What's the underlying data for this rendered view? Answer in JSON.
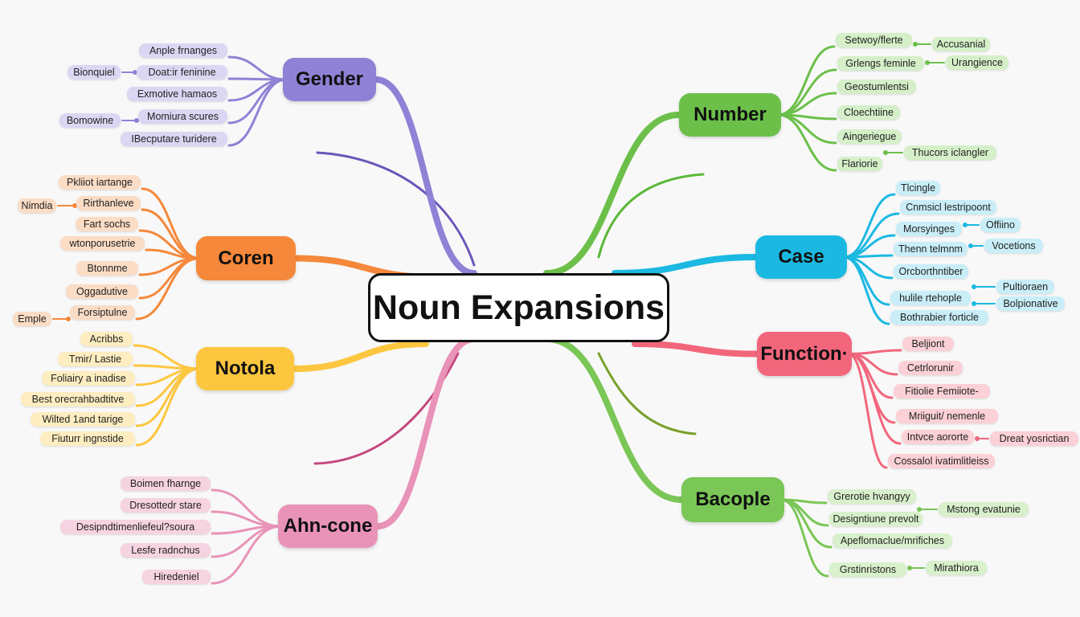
{
  "title": "Noun Expansions",
  "colors": {
    "gender": "#8f82d6",
    "coren": "#f5883a",
    "notola": "#fcc63f",
    "ahncone": "#e993b8",
    "number": "#6cc04a",
    "case": "#1bb9e2",
    "function": "#f2667c",
    "bacople": "#7ac656"
  },
  "branches": {
    "gender": {
      "label": "Gender",
      "leaves": [
        "Anple frnanges",
        "Doat:ir feninine",
        "Exmotive hamaos",
        "Momiura scures",
        "IBecputare turidere"
      ],
      "extras": [
        "Bionquiel",
        "Bomowine"
      ]
    },
    "coren": {
      "label": "Coren",
      "leaves": [
        "Pkliiot iartange",
        "Rirthanleve",
        "Fart sochs",
        "wtonporusetrie",
        "Btonnme",
        "Oggadutive",
        "Forsiptulne"
      ],
      "extras": [
        "Nimdia",
        "Emple"
      ]
    },
    "notola": {
      "label": "Notola",
      "leaves": [
        "Acribbs",
        "Tmir/ Lastie",
        "Foliairy a inadise",
        "Best orecrahbadtitve",
        "Wilted 1and tarige",
        "Fiuturr ingnstide"
      ],
      "extras": []
    },
    "ahncone": {
      "label": "Ahn-cone",
      "leaves": [
        "Boimen fharnge",
        "Dresottedr stare",
        "Desipndtimenliefeul?soura",
        "Lesfe radnchus",
        "Hiredeniel"
      ],
      "extras": []
    },
    "number": {
      "label": "Number",
      "leaves": [
        "Setwoy/flerte",
        "Grlengs feminle",
        "Geostumlentsi",
        "Cloechtiine",
        "Aingeriegue",
        "Flariorie"
      ],
      "extras": [
        "Accusanial",
        "Urangience",
        "Thucors iclangler"
      ]
    },
    "case": {
      "label": "Case",
      "leaves": [
        "Tlcingle",
        "Cnmsicl lestripoont",
        "Morsyinges",
        "Thenn telmnm",
        "Orcborthntiber",
        "hulile rtehople",
        "Bothrabier forticle"
      ],
      "extras": [
        "Offiino",
        "Vocetions",
        "Pultioraen",
        "Bolpionative"
      ]
    },
    "function": {
      "label": "Function·",
      "leaves": [
        "Beljiont",
        "Cetrlorunir",
        "Fitiolie Femiiote-",
        "Mriiguit/ nemenle",
        "Intvce aororte",
        "Cossalol ivatimlitleiss"
      ],
      "extras": [
        "Dreat yosrictian"
      ]
    },
    "bacople": {
      "label": "Bacople",
      "leaves": [
        "Grerotie hvangyy",
        "Designtiune prevolt",
        "Apeflomaclue/mrifiches",
        "Grstinristons"
      ],
      "extras": [
        "Mstong evatunie",
        "Mirathiora"
      ]
    }
  }
}
